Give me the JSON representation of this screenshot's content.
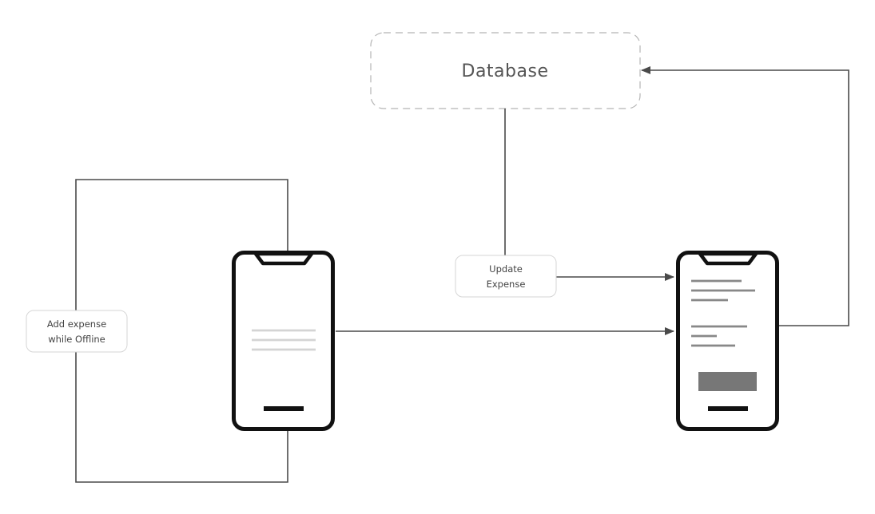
{
  "database": {
    "label": "Database"
  },
  "notes": {
    "add_offline": {
      "line1": "Add expense",
      "line2": "while Offline"
    },
    "update": {
      "line1": "Update",
      "line2": "Expense"
    }
  },
  "colors": {
    "connector": "#4a4a4a",
    "phone_frame": "#111111",
    "db_border": "#b5b5b5",
    "note_border": "#d6d6d6",
    "content_light": "#d4d4d4",
    "content_dark": "#888888",
    "button_fill": "#777777"
  },
  "icons": {
    "phone_left": "smartphone-icon",
    "phone_right": "smartphone-icon",
    "arrowheads": "arrow-right-icon"
  }
}
